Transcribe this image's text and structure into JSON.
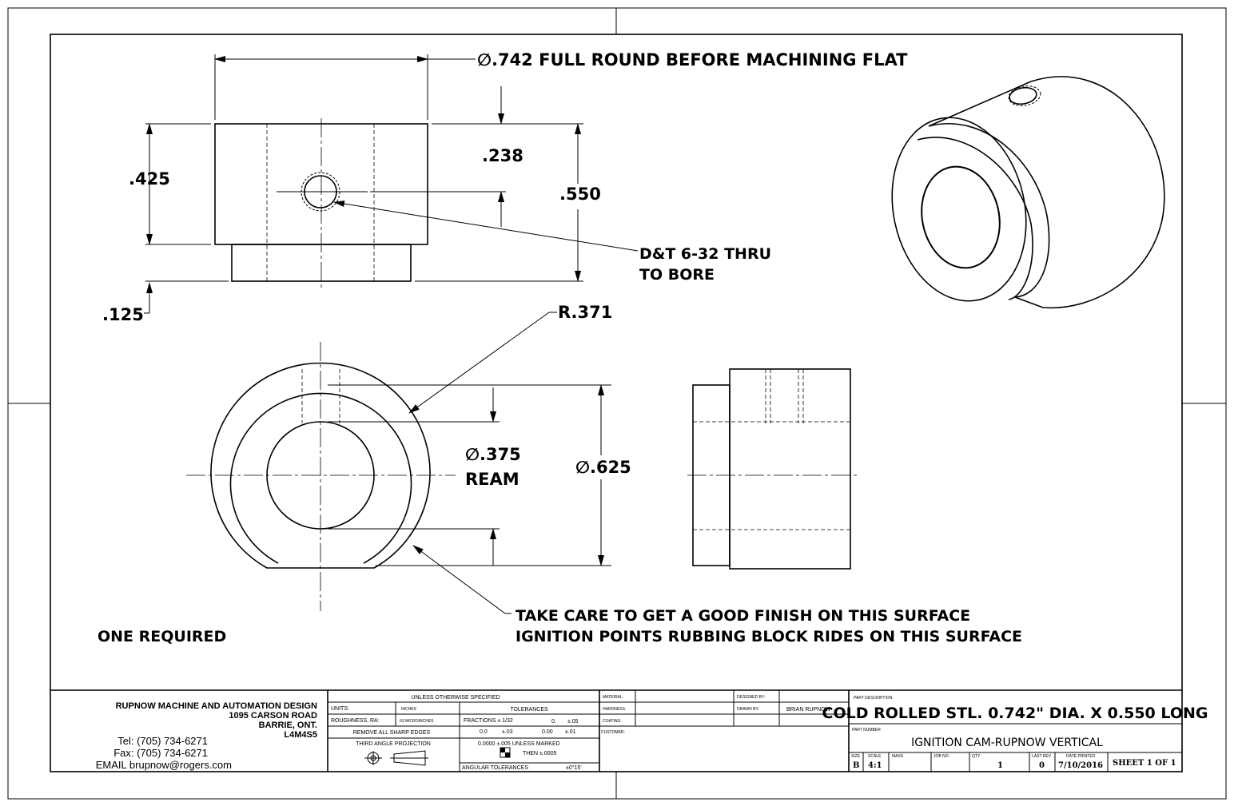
{
  "drawing": {
    "dim_full_round": "∅.742 FULL ROUND BEFORE MACHINING FLAT",
    "dim_425": ".425",
    "dim_238": ".238",
    "dim_550": ".550",
    "dim_125": ".125",
    "note_tap": [
      "D&T 6-32 THRU",
      "TO BORE"
    ],
    "dim_radius": "R.371",
    "dim_bore": [
      "∅.375",
      "REAM"
    ],
    "dim_od": "∅.625",
    "note_finish": [
      "TAKE CARE TO GET A GOOD FINISH ON THIS SURFACE",
      "IGNITION POINTS RUBBING BLOCK RIDES ON THIS SURFACE"
    ],
    "note_qty": "ONE REQUIRED"
  },
  "title_block": {
    "company": [
      "RUPNOW MACHINE AND AUTOMATION DESIGN",
      "1095 CARSON ROAD",
      "BARRIE, ONT.",
      "L4M4S5"
    ],
    "contact": [
      "Tel: (705) 734-6271",
      "Fax: (705) 734-6271",
      "EMAIL brupnow@rogers.com"
    ],
    "unless_specified": "UNLESS OTHERWISE SPECIFIED",
    "units_label": "UNITS:",
    "units_value": "INCHES",
    "roughness_label": "ROUGHNESS, RA:",
    "roughness_value": "63 MICROINCHES",
    "remove_edges": "REMOVE ALL SHARP EDGES",
    "projection": "THIRD ANGLE PROJECTION",
    "tolerances": "TOLERANCES",
    "fractions": "FRACTIONS ± 1/32",
    "tol_row1": [
      "0.",
      "±.05"
    ],
    "tol_row2": [
      "0.0",
      "±.03",
      "0.00",
      "±.01"
    ],
    "tol_row3": "0.0000    ±.005 UNLESS MARKED",
    "tol_row4": "THEN  ±.0005",
    "angular": "ANGULAR TOLERANCES",
    "angular_value": "±0°15'",
    "material_label": "MATERIAL:",
    "hardness_label": "HARDNESS:",
    "coating_label": "COATING:",
    "customer_label": "CUSTOMER:",
    "designed_label": "DESIGNED BY:",
    "drawn_label": "DRAWN BY:",
    "drawn_value": "BRIAN RUPNOW",
    "part_desc_label": "PART DESCRIPTION",
    "part_desc": "COLD ROLLED STL. 0.742\" DIA. X 0.550 LONG",
    "part_number_label": "PART NUMBER",
    "part_number": "IGNITION CAM-RUPNOW VERTICAL",
    "size_label": "SIZE",
    "size": "B",
    "scale_label": "SCALE",
    "scale": "4:1",
    "mass_label": "MASS",
    "job_label": "JOB NO.",
    "qty_label": "QTY",
    "qty": "1",
    "rev_label": "LAST REV",
    "rev": "0",
    "date_label": "DATE PRINTED",
    "date": "7/10/2016",
    "sheet": "SHEET 1 OF 1"
  }
}
